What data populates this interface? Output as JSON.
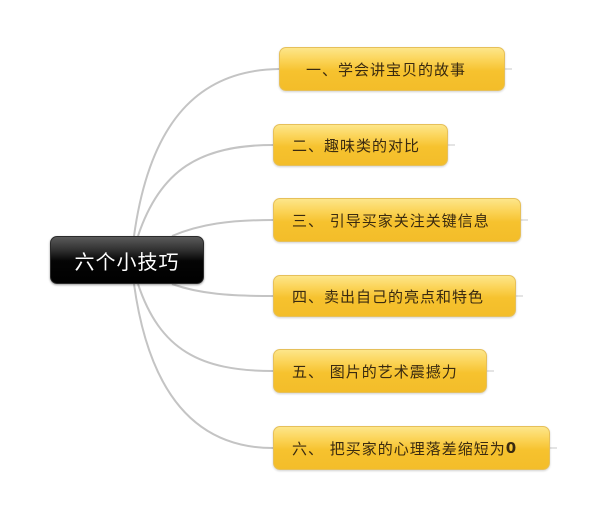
{
  "central": {
    "label": "六个小技巧"
  },
  "branches": [
    {
      "label": "一、学会讲宝贝的故事"
    },
    {
      "label": "二、趣味类的对比"
    },
    {
      "label": "三、 引导买家关注关键信息"
    },
    {
      "label": "四、卖出自己的亮点和特色"
    },
    {
      "label": "五、 图片的艺术震撼力"
    },
    {
      "label": "六、 把买家的心理落差缩短为",
      "suffix": "0"
    }
  ],
  "colors": {
    "central_bg": "#000000",
    "central_text": "#ffffff",
    "branch_bg": "#f6c22e",
    "branch_text": "#3a2a10",
    "connector": "#c4c4c4"
  }
}
